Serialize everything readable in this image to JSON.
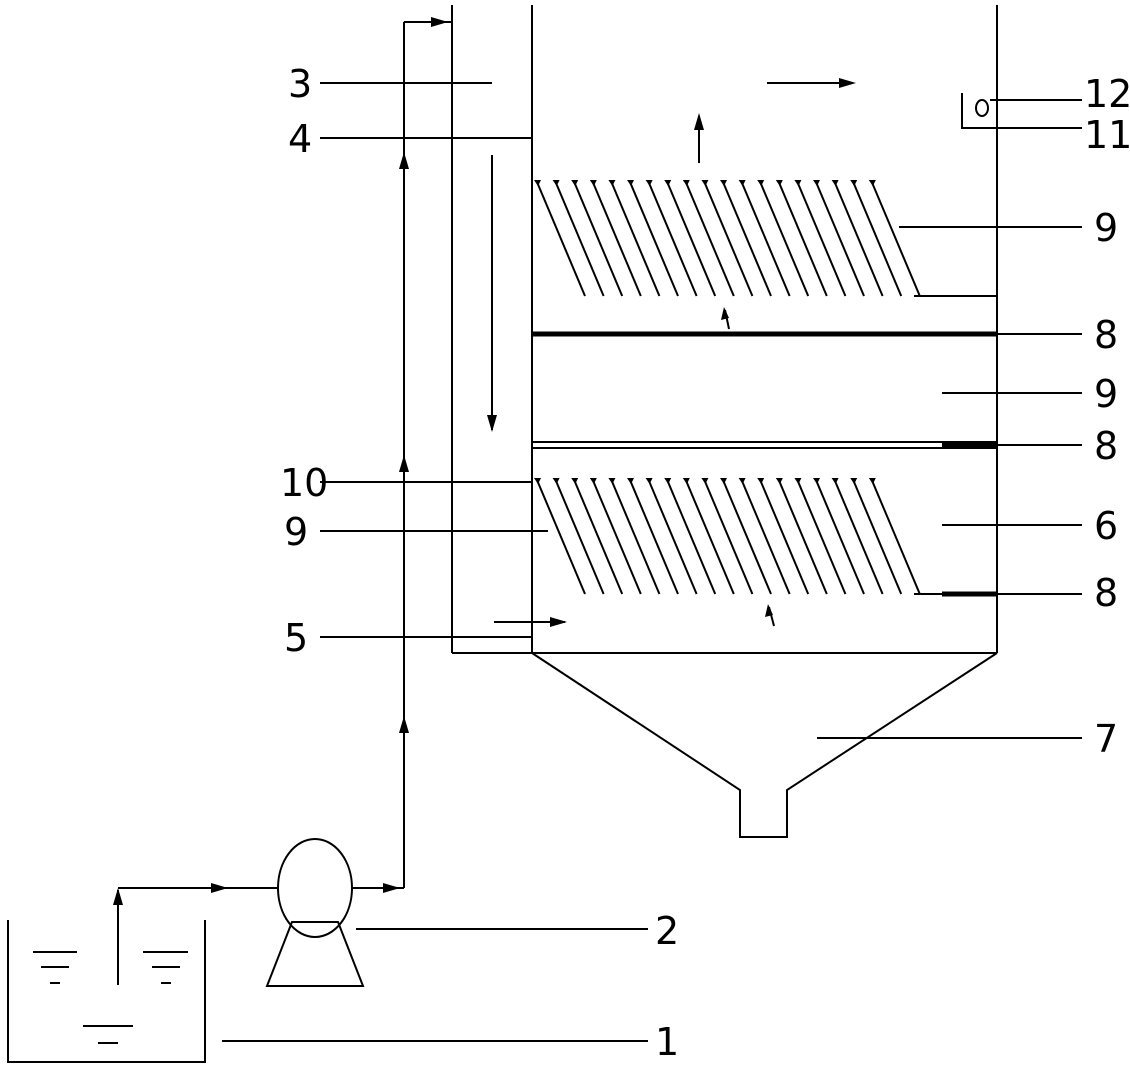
{
  "diagram": {
    "labels": [
      {
        "id": "1",
        "text": "1"
      },
      {
        "id": "2",
        "text": "2"
      },
      {
        "id": "3",
        "text": "3"
      },
      {
        "id": "4",
        "text": "4"
      },
      {
        "id": "5",
        "text": "5"
      },
      {
        "id": "6",
        "text": "6"
      },
      {
        "id": "7",
        "text": "7"
      },
      {
        "id": "8a",
        "text": "8"
      },
      {
        "id": "8b",
        "text": "8"
      },
      {
        "id": "8c",
        "text": "8"
      },
      {
        "id": "9a",
        "text": "9"
      },
      {
        "id": "9b",
        "text": "9"
      },
      {
        "id": "9c",
        "text": "9"
      },
      {
        "id": "10",
        "text": "10"
      },
      {
        "id": "11",
        "text": "11"
      },
      {
        "id": "12",
        "text": "12"
      }
    ]
  }
}
